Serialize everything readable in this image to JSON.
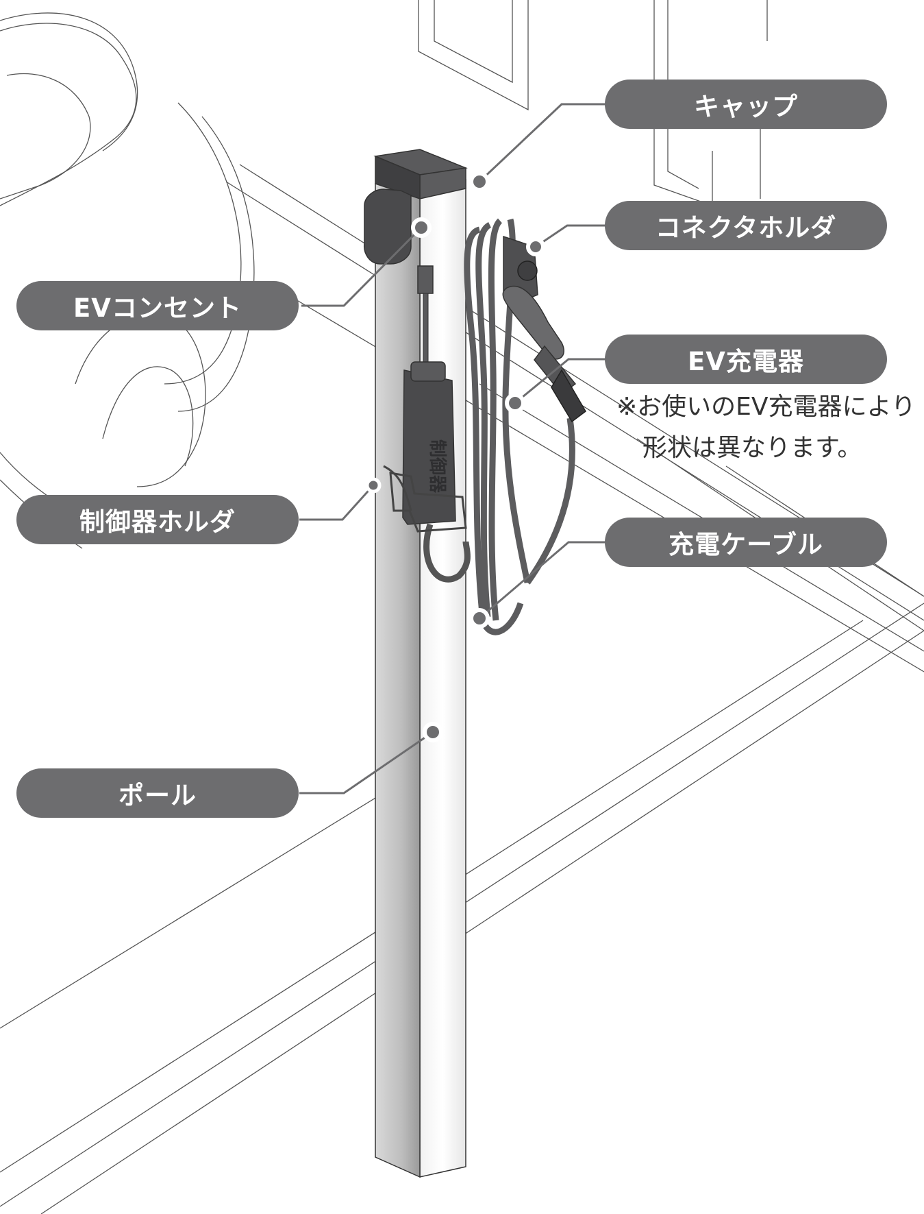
{
  "labels": {
    "cap": "キャップ",
    "connector_holder": "コネクタホルダ",
    "ev_outlet": "EVコンセント",
    "ev_charger": "EV充電器",
    "controller_holder": "制御器ホルダ",
    "charging_cable": "充電ケーブル",
    "pole": "ポール"
  },
  "controller_text": "制御器",
  "note": {
    "line1": "※お使いのEV充電器により",
    "line2": "形状は異なります。"
  },
  "colors": {
    "label_bg": "#6d6d6f",
    "label_text": "#ffffff",
    "line": "#6d6d6f",
    "device_dark": "#4a4a4c",
    "outline": "#333333"
  }
}
